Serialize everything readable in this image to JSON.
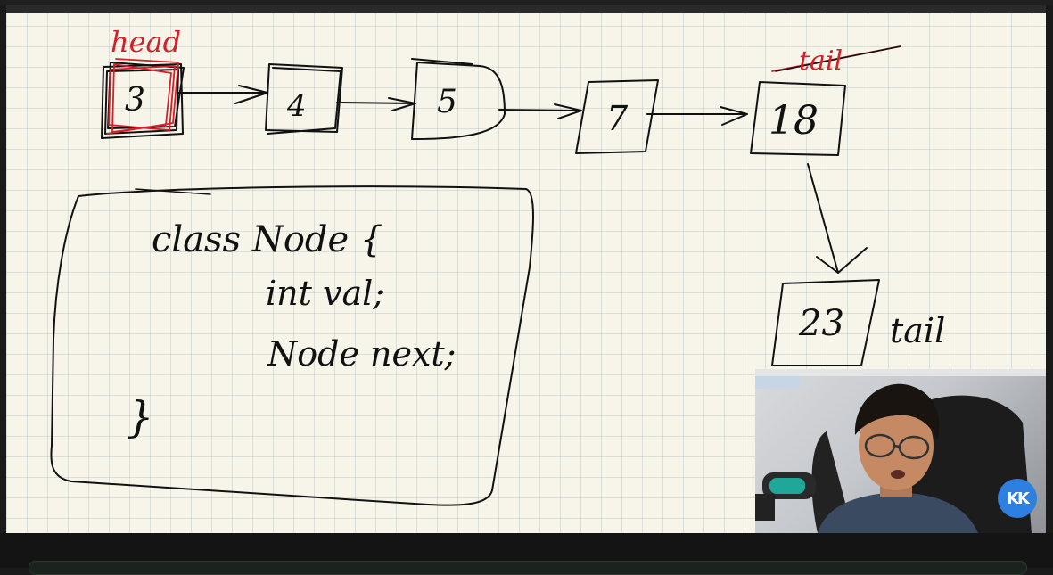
{
  "whiteboard": {
    "head_label": "head",
    "tail_label_crossed": "tail",
    "tail_label": "tail",
    "nodes": [
      "3",
      "4",
      "5",
      "7",
      "18",
      "23"
    ],
    "code": {
      "line1": "class Node {",
      "line2": "int val;",
      "line3": "Node next;",
      "line4": "}"
    }
  },
  "webcam": {
    "logo": "KK"
  },
  "colors": {
    "ink": "#111111",
    "accent_red": "#d3202a",
    "paper": "#f7f5ea"
  }
}
